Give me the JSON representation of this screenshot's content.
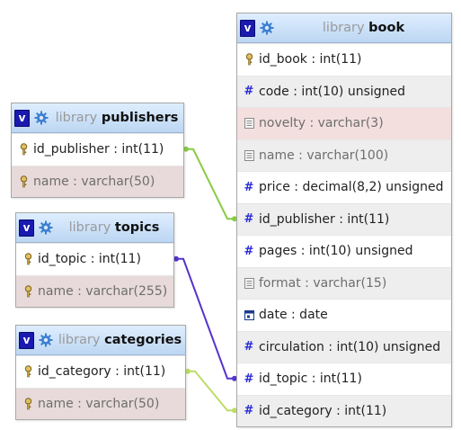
{
  "tables": {
    "book": {
      "db": "library",
      "name": "book",
      "toggle": "v",
      "columns": [
        {
          "text": "id_book : int(11)",
          "icon": "key-icon",
          "bg": "white"
        },
        {
          "text": "code : int(10) unsigned",
          "icon": "hash-icon",
          "bg": "grey"
        },
        {
          "text": "novelty : varchar(3)",
          "icon": "text-icon",
          "bg": "pink"
        },
        {
          "text": "name : varchar(100)",
          "icon": "text-icon",
          "bg": "grey"
        },
        {
          "text": "price : decimal(8,2) unsigned",
          "icon": "hash-icon",
          "bg": "white"
        },
        {
          "text": "id_publisher : int(11)",
          "icon": "hash-icon",
          "bg": "grey"
        },
        {
          "text": "pages : int(10) unsigned",
          "icon": "hash-icon",
          "bg": "white"
        },
        {
          "text": "format : varchar(15)",
          "icon": "text-icon",
          "bg": "grey"
        },
        {
          "text": "date : date",
          "icon": "calendar-icon",
          "bg": "white"
        },
        {
          "text": "circulation : int(10) unsigned",
          "icon": "hash-icon",
          "bg": "grey"
        },
        {
          "text": "id_topic : int(11)",
          "icon": "hash-icon",
          "bg": "white"
        },
        {
          "text": "id_category : int(11)",
          "icon": "hash-icon",
          "bg": "grey"
        }
      ]
    },
    "publishers": {
      "db": "library",
      "name": "publishers",
      "toggle": "v",
      "columns": [
        {
          "text": "id_publisher : int(11)",
          "icon": "key-icon",
          "bg": "white"
        },
        {
          "text": "name : varchar(50)",
          "icon": "key-icon",
          "bg": "rose"
        }
      ]
    },
    "topics": {
      "db": "library",
      "name": "topics",
      "toggle": "v",
      "columns": [
        {
          "text": "id_topic : int(11)",
          "icon": "key-icon",
          "bg": "white"
        },
        {
          "text": "name : varchar(255)",
          "icon": "key-icon",
          "bg": "rose"
        }
      ]
    },
    "categories": {
      "db": "library",
      "name": "categories",
      "toggle": "v",
      "columns": [
        {
          "text": "id_category : int(11)",
          "icon": "key-icon",
          "bg": "white"
        },
        {
          "text": "name : varchar(50)",
          "icon": "key-icon",
          "bg": "rose"
        }
      ]
    }
  },
  "relations": [
    {
      "from": "publishers.id_publisher",
      "to": "book.id_publisher",
      "color": "#88cc44"
    },
    {
      "from": "topics.id_topic",
      "to": "book.id_topic",
      "color": "#5533cc"
    },
    {
      "from": "categories.id_category",
      "to": "book.id_category",
      "color": "#bbdd66"
    }
  ]
}
